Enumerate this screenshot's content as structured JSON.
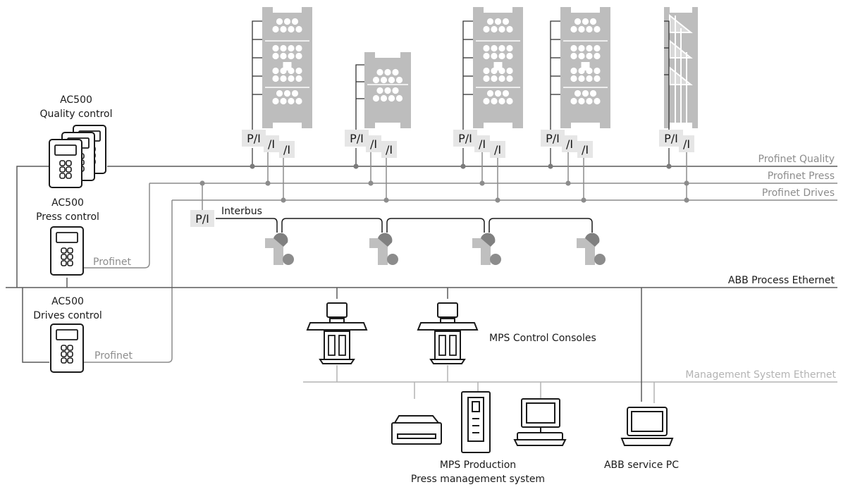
{
  "controllers": {
    "quality": {
      "line1": "AC500",
      "line2": "Quality control"
    },
    "press": {
      "line1": "AC500",
      "line2": "Press control"
    },
    "drives": {
      "line1": "AC500",
      "line2": "Drives control"
    }
  },
  "networks": {
    "profinet_quality": "Profinet Quality",
    "profinet_press": "Profinet Press",
    "profinet_drives": "Profinet Drives",
    "profinet_press_link": "Profinet",
    "profinet_drives_link": "Profinet",
    "interbus": "Interbus",
    "abb_process_ethernet": "ABB Process Ethernet",
    "management_system_ethernet": "Management System Ethernet"
  },
  "io_modules": {
    "pi_label": "P/I",
    "i_label": "/I"
  },
  "stations": {
    "consoles": "MPS Control Consoles",
    "production_line1": "MPS Production",
    "production_line2": "Press management system",
    "service_pc": "ABB service PC"
  },
  "colors": {
    "bus_dark": "#4d4d4d",
    "bus_grey": "#8c8c8c",
    "bus_light": "#b3b3b3",
    "press_body": "#bdbdbd",
    "press_dots": "#ffffff",
    "module_fill": "#e6e6e6",
    "valve_fill": "#bfbfbf",
    "valve_dot": "#8c8c8c"
  }
}
